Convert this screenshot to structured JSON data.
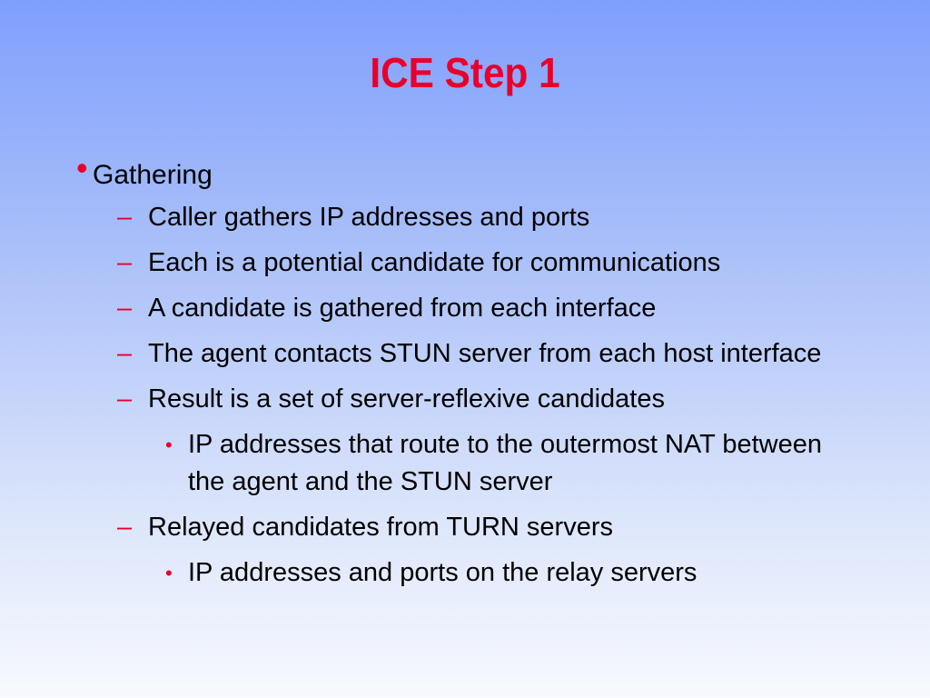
{
  "slide": {
    "title": "ICE Step 1",
    "accent_color": "#e8002a",
    "bullets": [
      {
        "level": 1,
        "text": "Gathering"
      },
      {
        "level": 2,
        "text": "Caller gathers IP addresses and ports"
      },
      {
        "level": 2,
        "text": "Each is a potential candidate for communications"
      },
      {
        "level": 2,
        "text": "A candidate is gathered from each interface"
      },
      {
        "level": 2,
        "text": "The agent contacts STUN server from each host interface"
      },
      {
        "level": 2,
        "text": "Result is a set of server-reflexive candidates"
      },
      {
        "level": 3,
        "text": "IP addresses that route to the outermost NAT between the agent and the STUN server"
      },
      {
        "level": 2,
        "text": "Relayed candidates from TURN servers"
      },
      {
        "level": 3,
        "text": "IP addresses and ports on the relay servers"
      }
    ],
    "markers": {
      "level1": "•",
      "level2": "–",
      "level3": "•"
    }
  }
}
